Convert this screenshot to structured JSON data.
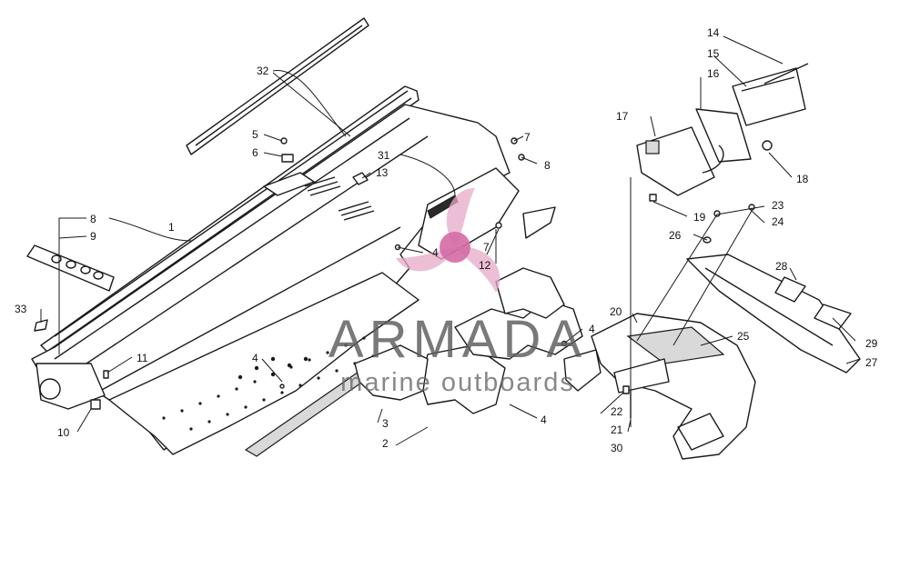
{
  "watermark": {
    "brand": "ARMADA",
    "tagline": "marine outboards",
    "logo_color": "#e6a9c9",
    "logo_center_color": "#d46aa5",
    "text_color": "#5c5c5c"
  },
  "callouts": [
    "1",
    "2",
    "3",
    "4",
    "4",
    "4",
    "4",
    "5",
    "6",
    "7",
    "7",
    "8",
    "8",
    "9",
    "10",
    "11",
    "12",
    "13",
    "14",
    "15",
    "16",
    "17",
    "18",
    "19",
    "20",
    "21",
    "22",
    "23",
    "24",
    "25",
    "26",
    "27",
    "28",
    "29",
    "30",
    "31",
    "32",
    "33"
  ]
}
